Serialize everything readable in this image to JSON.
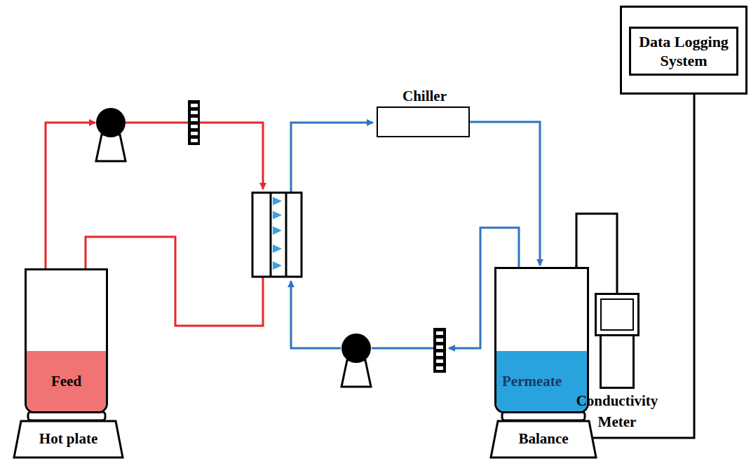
{
  "diagram": {
    "nodes": [
      {
        "text": [
          "Data Logging System"
        ]
      },
      {
        "text": [
          "Chiller"
        ]
      },
      {
        "text": [
          "Feed"
        ]
      },
      {
        "text": [
          "Permeate"
        ]
      },
      {
        "text": [
          "Conductivity Meter"
        ]
      },
      {
        "text": [
          "Hot plate"
        ]
      },
      {
        "text": [
          "Balance"
        ]
      }
    ],
    "edges": [
      {
        "from": 1,
        "to": 3,
        "arrow": "to"
      },
      {
        "from": 4,
        "to": 3,
        "arrow": "none"
      },
      {
        "from": 0,
        "to": 6,
        "arrow": "none"
      }
    ]
  }
}
